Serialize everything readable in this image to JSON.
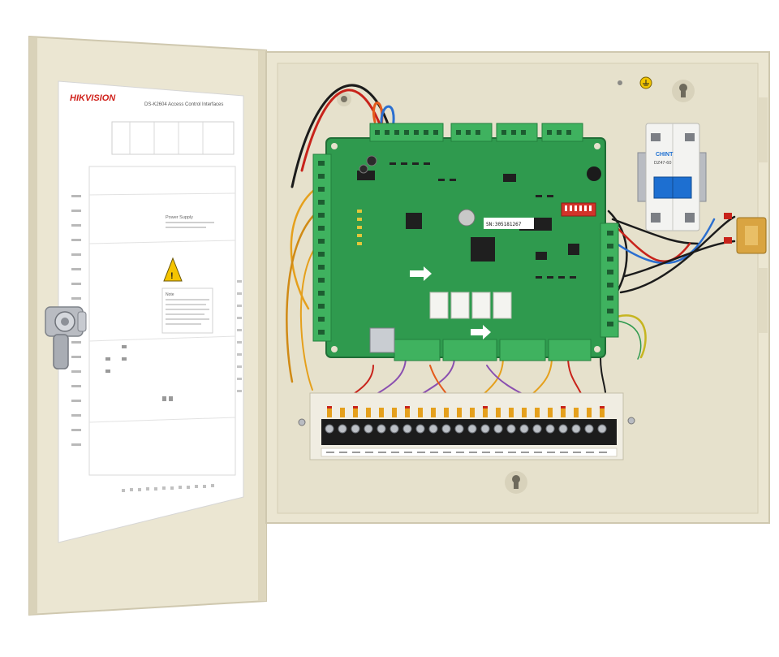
{
  "door": {
    "brand": "HIKVISION",
    "model_title": "DS-K2604 Access Control Interfaces",
    "power_supply_title": "Power Supply",
    "note_title": "Note"
  },
  "board": {
    "serial_label": "SN:305181267"
  },
  "breaker": {
    "brand": "CHINT",
    "model": "DZ47-60"
  },
  "colors": {
    "cabinet": "#ebe6d2",
    "cabinet_shadow": "#cfc8af",
    "pcb": "#2f9a4e",
    "terminal_green": "#3fb25f",
    "breaker_blue": "#1d6fd1",
    "brand_red": "#d0221c"
  }
}
